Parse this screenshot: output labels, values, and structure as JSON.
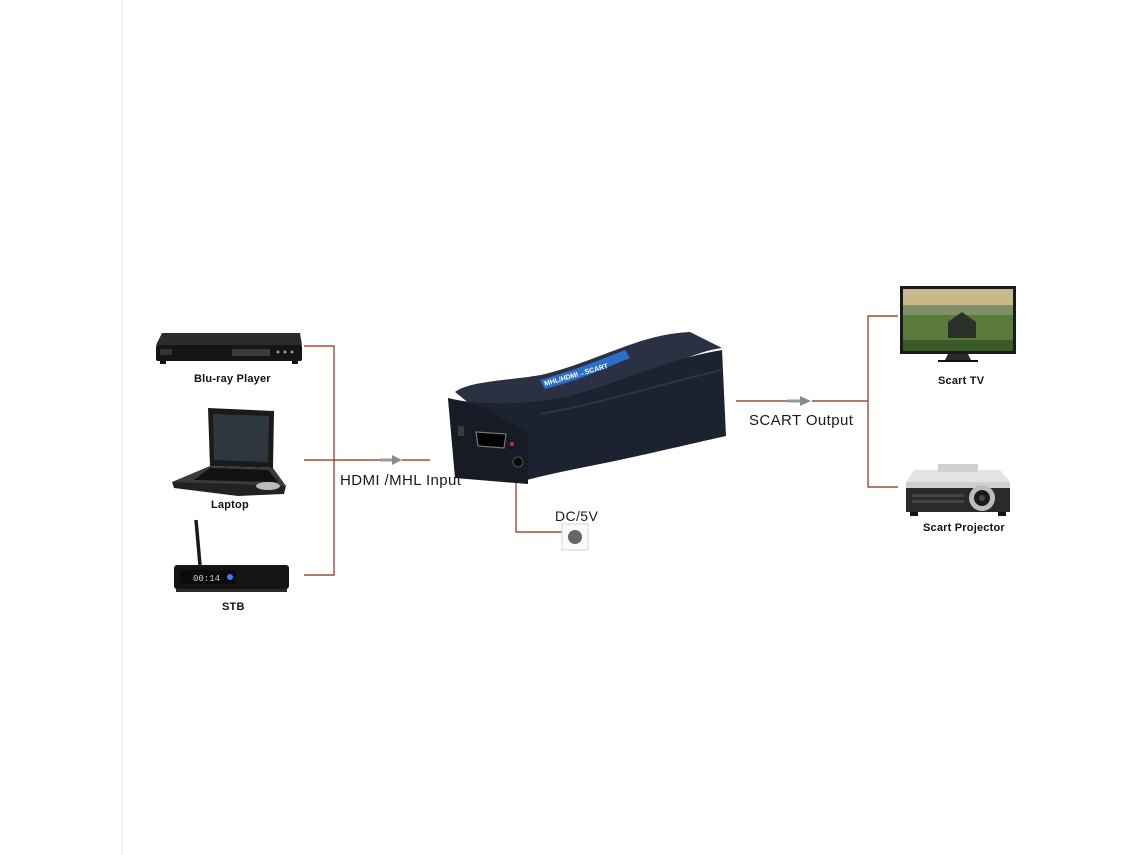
{
  "sources": [
    {
      "id": "bluray",
      "label": "Blu-ray Player",
      "icon": "bluray-player-icon"
    },
    {
      "id": "laptop",
      "label": "Laptop",
      "icon": "laptop-icon"
    },
    {
      "id": "stb",
      "label": "STB",
      "icon": "set-top-box-icon"
    }
  ],
  "outputs": [
    {
      "id": "tv",
      "label": "Scart TV",
      "icon": "tv-icon"
    },
    {
      "id": "projector",
      "label": "Scart Projector",
      "icon": "projector-icon"
    }
  ],
  "connections": {
    "input_label": "HDMI /MHL Input",
    "output_label": "SCART Output",
    "power_label": "DC/5V"
  },
  "device": {
    "name": "converter-box",
    "top_label": "MHL/HDMI→SCART",
    "stb_display": "00:14"
  },
  "colors": {
    "line": "#a8483c",
    "arrow": "#8a8a8a",
    "device_body": "#1c2230",
    "accent": "#2b6fc9"
  }
}
